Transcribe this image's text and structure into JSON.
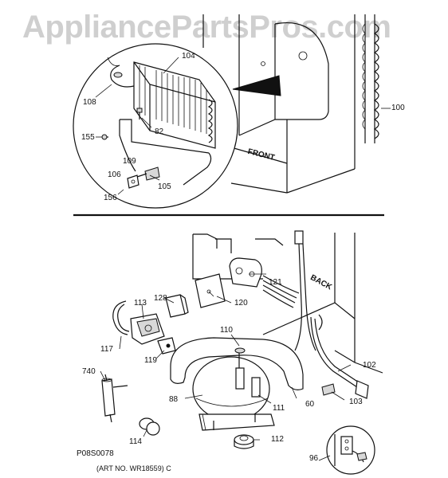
{
  "watermark": "AppliancePartsPros.com",
  "top_section": {
    "labels": {
      "l104": "104",
      "l108": "108",
      "l82": "82",
      "l155": "155",
      "l109": "109",
      "l106": "106",
      "l105": "105",
      "l156": "156",
      "l100": "100",
      "front": "FRONT"
    }
  },
  "bottom_section": {
    "labels": {
      "l121": "121",
      "back": "BACK",
      "l128": "128",
      "l113": "113",
      "l120": "120",
      "l117": "117",
      "l110": "110",
      "l119": "119",
      "l102": "102",
      "l740": "740",
      "l88": "88",
      "l111": "111",
      "l60": "60",
      "l103": "103",
      "l114": "114",
      "l112": "112",
      "l96": "96"
    }
  },
  "footer": {
    "drawing_code": "P08S0078",
    "art_no": "(ART NO. WR18559) C"
  }
}
